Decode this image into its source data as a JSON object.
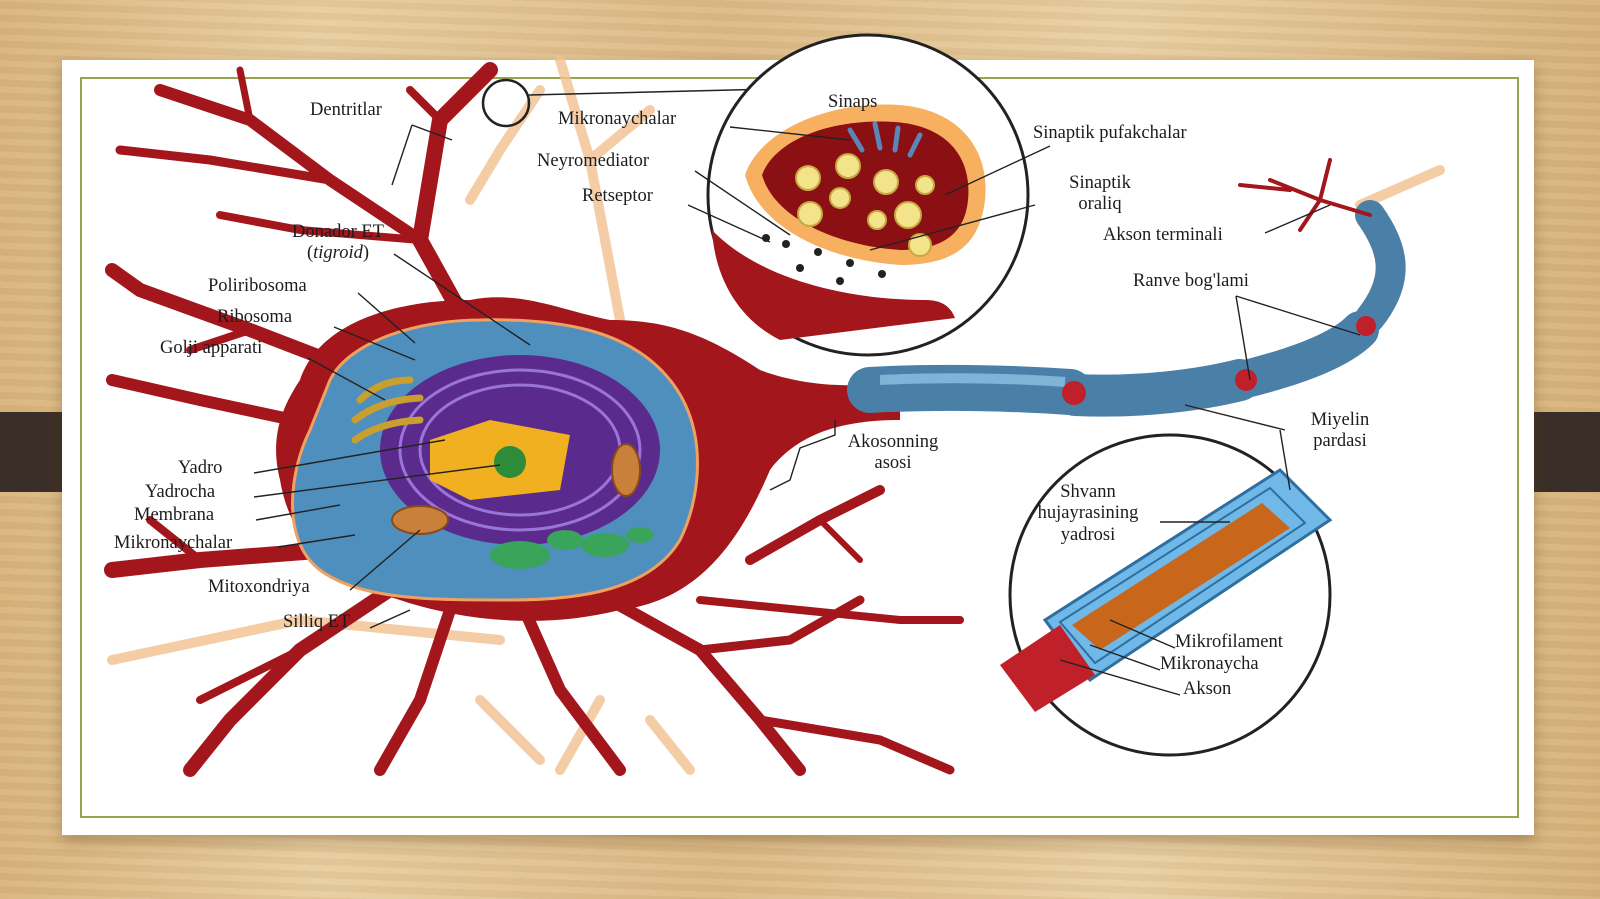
{
  "labels": {
    "dentritlar": "Dentritlar",
    "donador_et": "Donador ET",
    "tigroid": "tigroid",
    "poliribosoma": "Poliribosoma",
    "ribosoma": "Ribosoma",
    "golji": "Golji apparati",
    "yadro": "Yadro",
    "yadrocha": "Yadrocha",
    "membrana": "Membrana",
    "mikronaychalar_left": "Mikronaychalar",
    "mitoxondriya": "Mitoxondriya",
    "silliq_et": "Silliq ET",
    "mikronaychalar_top": "Mikronaychalar",
    "neyromediator": "Neyromediator",
    "retseptor": "Retseptor",
    "sinaps": "Sinaps",
    "sinaptik_pufakchalar": "Sinaptik pufakchalar",
    "sinaptik_oraliq_1": "Sinaptik",
    "sinaptik_oraliq_2": "oraliq",
    "akson_terminali": "Akson terminali",
    "ranve": "Ranve bog'lami",
    "miyelin_1": "Miyelin",
    "miyelin_2": "pardasi",
    "akson_asosi_1": "Akosonning",
    "akson_asosi_2": "asosi",
    "shvann_1": "Shvann",
    "shvann_2": "hujayrasining",
    "shvann_3": "yadrosi",
    "mikrofilament": "Mikrofilament",
    "mikronaycha": "Mikronaycha",
    "akson": "Akson"
  },
  "colors": {
    "neuron_red": "#a3161c",
    "cytoplasm_blue": "#4f8fbd",
    "nucleus_purple": "#5a2a8c",
    "nucleus_yellow": "#f0b020",
    "nucleolus_green": "#2e8b3a",
    "myelin_blue": "#4a7fa8",
    "ranvier_red": "#c0202a",
    "dendrite_orange": "#f2a35a",
    "slide_border": "#9aa548",
    "tab_dark": "#3a2f28"
  }
}
